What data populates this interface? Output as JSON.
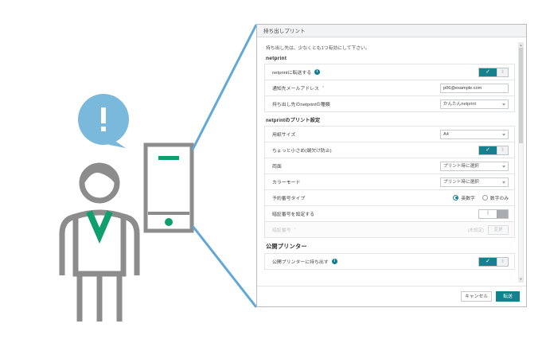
{
  "illustration": {
    "speech_bubble_mark": "!",
    "person_label": "person-figure",
    "phone_label": "smartphone",
    "accent_green": "#0f9e6e",
    "bubble_blue": "#7ab8dc",
    "outline_gray": "#8c8c8c",
    "connector_blue": "#5fa8d8"
  },
  "dialog": {
    "title": "持ち出しプリント",
    "notice": "持ち出し先は、少なくとも1つ有効にして下さい。",
    "sections": [
      {
        "heading": "netprint",
        "heading_style": "bold",
        "rows": [
          {
            "label": "netprintに転送する",
            "info": "i",
            "control": "toggle",
            "state": "on"
          },
          {
            "label": "通知先メールアドレス",
            "required": "*",
            "control": "text",
            "value": "p06@example.com"
          },
          {
            "label": "持ち出し先のnetprintの種類",
            "control": "select",
            "value": "かんたんnetprint"
          }
        ]
      },
      {
        "heading": "netprintのプリント設定",
        "heading_style": "sub",
        "rows": [
          {
            "label": "用紙サイズ",
            "control": "select",
            "value": "A4"
          },
          {
            "label": "ちょっと小さめ(端欠け防止)",
            "control": "toggle",
            "state": "on"
          },
          {
            "label": "両面",
            "control": "select",
            "value": "プリント時に選択"
          },
          {
            "label": "カラーモード",
            "control": "select",
            "value": "プリント時に選択"
          },
          {
            "label": "予約番号タイプ",
            "control": "radio",
            "options": [
              "英数字",
              "数字のみ"
            ],
            "selected": "英数字"
          },
          {
            "label": "暗証番号を設定する",
            "control": "toggle",
            "state": "off"
          },
          {
            "label": "暗証番号",
            "required": "*",
            "control": "unset",
            "value": "(未設定)",
            "button": "変更",
            "disabled": true
          }
        ]
      },
      {
        "heading": "公開プリンター",
        "heading_style": "big",
        "rows": [
          {
            "label": "公開プリンターに持ち出す",
            "info": "i",
            "control": "toggle",
            "state": "on"
          }
        ]
      }
    ],
    "footer": {
      "cancel_label": "キャンセル",
      "submit_label": "転送"
    },
    "scrollbar": {
      "up_arrow": "▲",
      "down_arrow": "▼"
    }
  }
}
